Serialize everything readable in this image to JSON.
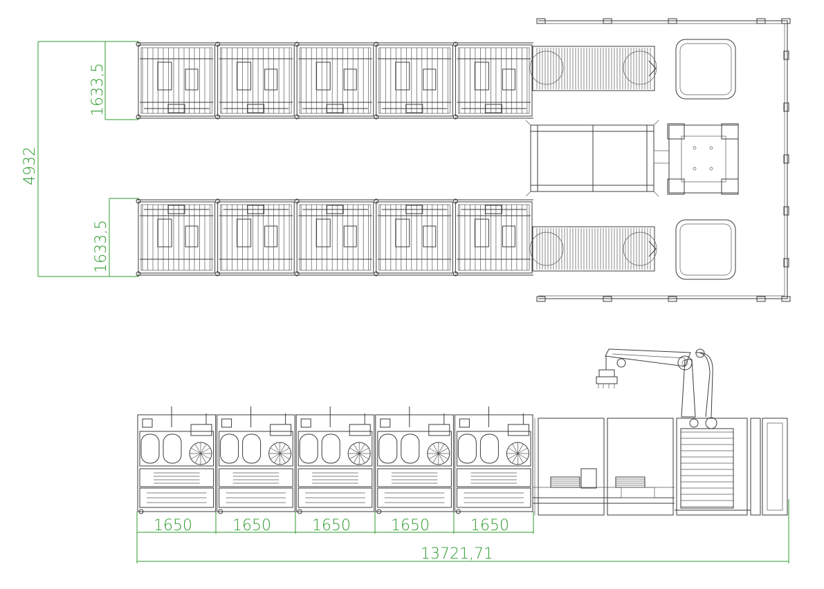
{
  "drawing": {
    "dimensions": {
      "overall_height": "4932",
      "upper_row_width": "1633,5",
      "lower_row_width": "1633,5",
      "module_width": "1650",
      "total_length": "13721,71"
    },
    "module_count": 5,
    "colors": {
      "dimension": "#2e9a2e",
      "linework": "#3a3a3a",
      "background": "#ffffff"
    }
  }
}
